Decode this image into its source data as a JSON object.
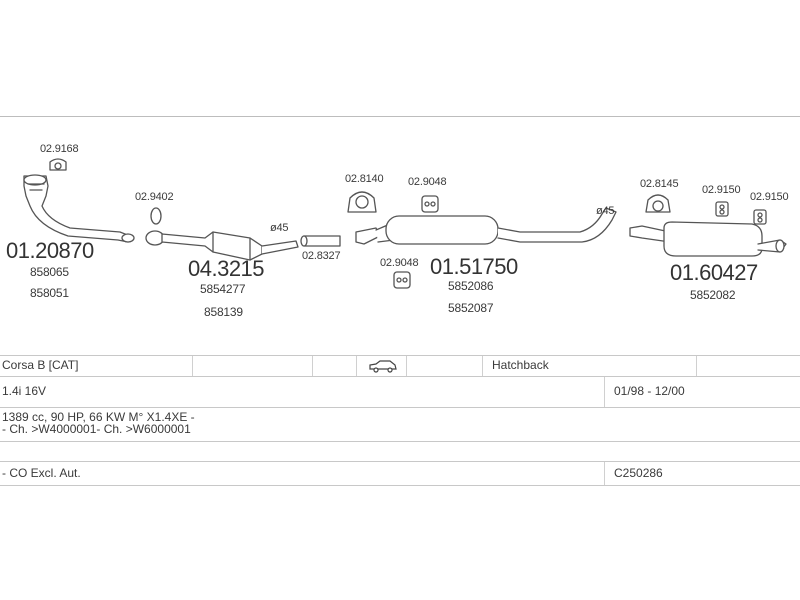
{
  "parts": {
    "p1": {
      "clamp": "02.9168",
      "code": "01.20870",
      "ref1": "858065",
      "ref2": "858051"
    },
    "p2": {
      "ring": "02.9402"
    },
    "p3": {
      "code": "04.3215",
      "ref1": "5854277",
      "ref2": "858139",
      "diameter": "ø45"
    },
    "p4": {
      "pipe": "02.8327"
    },
    "p5": {
      "clamp": "02.8140",
      "rubber": "02.9048"
    },
    "p6": {
      "code": "01.51750",
      "ref1": "5852086",
      "ref2": "5852087",
      "rubber": "02.9048",
      "diameter": "ø45"
    },
    "p7": {
      "clamp": "02.8145",
      "rubber1": "02.9150",
      "rubber2": "02.9150",
      "code": "01.60427",
      "ref1": "5852082"
    }
  },
  "spec": {
    "model": "Corsa B  [CAT]",
    "body": "Hatchback",
    "engine": "1.4i 16V",
    "dates": "01/98 - 12/00",
    "details": "1389 cc, 90 HP, 66 KW M° X1.4XE -",
    "chassis": "- Ch. >W4000001- Ch. >W6000001",
    "notes": "- CO Excl. Aut.",
    "catalog": "C250286"
  },
  "colors": {
    "line": "#555555",
    "fill": "#ffffff",
    "shade": "#d8d8d8"
  },
  "icons": {
    "body": "car-icon"
  }
}
